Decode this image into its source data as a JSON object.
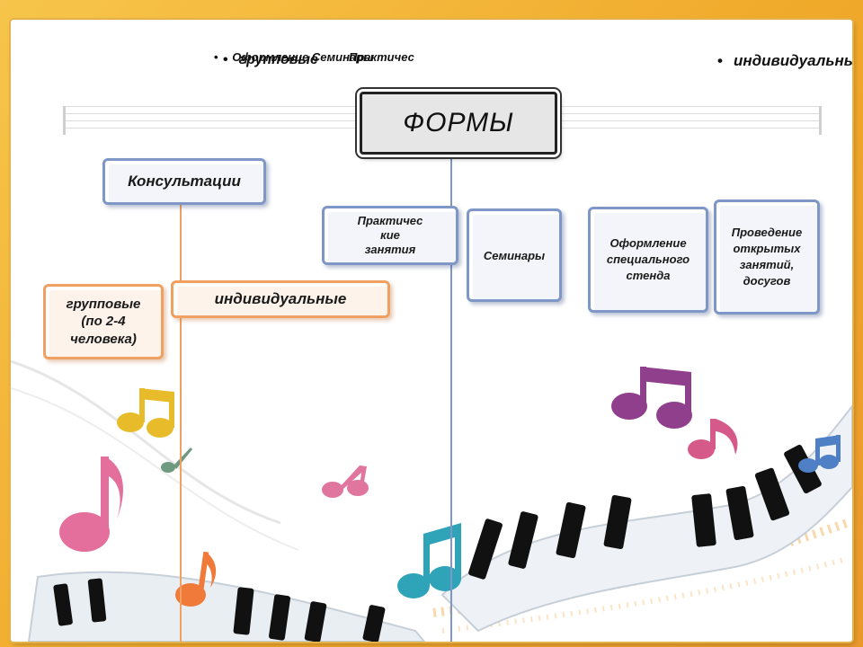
{
  "slide": {
    "title": "ФОРМЫ",
    "overlap_text_1": "Оформление Семинары",
    "overlap_text_2": "Практичес",
    "overlap_text_3": "групповые",
    "bullet_right": "индивидуальные",
    "bullet_symbol": "•"
  },
  "boxes": {
    "consultations": "Консультации",
    "practical": "Практичес\nкие\nзанятия",
    "seminars": "Семинары",
    "stand": "Оформление\nспециального\nстенда",
    "open_lessons": "Проведение\nоткрытых\nзанятий,\nдосугов",
    "group": "групповые\n(по 2-4\nчеловека)",
    "individual": "индивидуальные"
  },
  "colors": {
    "blue_border": "#7e97c6",
    "orange_border": "#f0a060",
    "blue_line": "#7e97c6",
    "orange_line": "#f0a060",
    "background_frame": "#f0a92a"
  },
  "icons": [
    "music-note-icon",
    "piano-keys-decoration",
    "music-staff-decoration"
  ]
}
